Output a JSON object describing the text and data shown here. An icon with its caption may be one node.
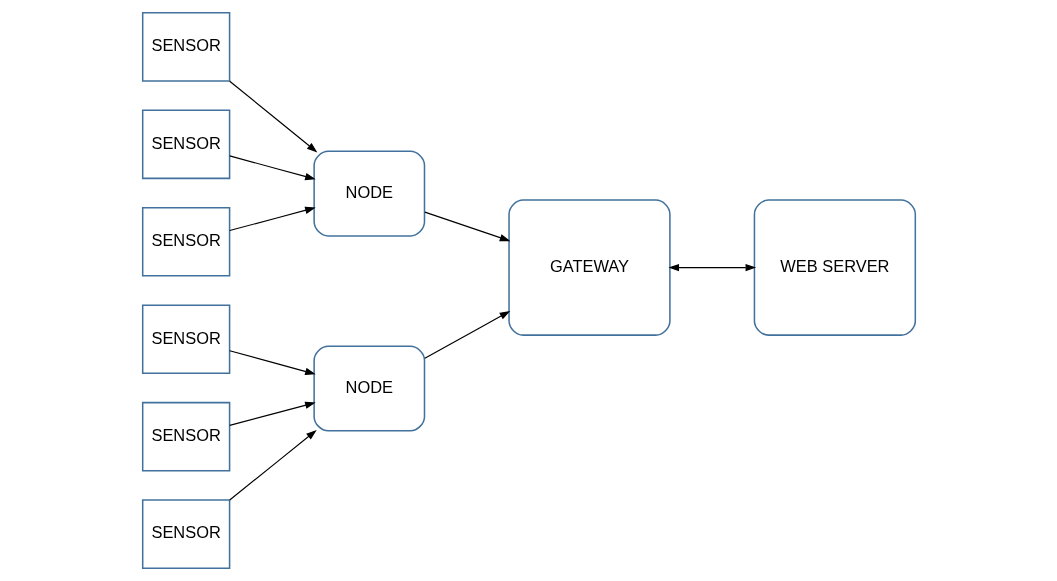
{
  "diagram": {
    "nodes": [
      {
        "text": [
          "SENSOR"
        ]
      },
      {
        "text": [
          "SENSOR"
        ]
      },
      {
        "text": [
          "SENSOR"
        ]
      },
      {
        "text": [
          "NODE"
        ]
      },
      {
        "text": [
          "NODE"
        ]
      },
      {
        "text": [
          "GATEWAY"
        ]
      },
      {
        "text": [
          "WEB SERVER"
        ]
      },
      {
        "text": [
          "SENSOR"
        ]
      },
      {
        "text": [
          "SENSOR"
        ]
      },
      {
        "text": [
          "SENSOR"
        ]
      }
    ],
    "edges": [
      {
        "from": 0,
        "to": 3,
        "arrow": "to"
      },
      {
        "from": 1,
        "to": 3,
        "arrow": "to"
      },
      {
        "from": 2,
        "to": 3,
        "arrow": "to"
      },
      {
        "from": 7,
        "to": 4,
        "arrow": "to"
      },
      {
        "from": 8,
        "to": 4,
        "arrow": "to"
      },
      {
        "from": 9,
        "to": 4,
        "arrow": "to"
      },
      {
        "from": 3,
        "to": 5,
        "arrow": "to"
      },
      {
        "from": 4,
        "to": 5,
        "arrow": "to"
      },
      {
        "from": 5,
        "to": 6,
        "arrow": "both"
      }
    ]
  }
}
